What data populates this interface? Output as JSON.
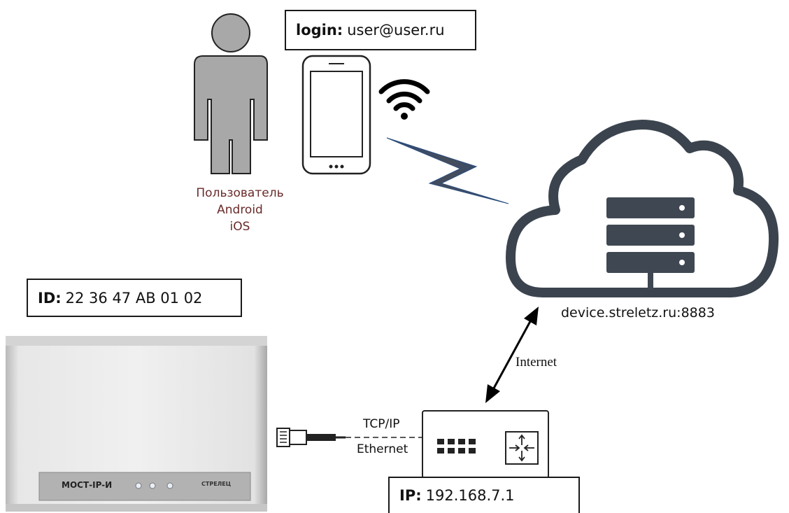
{
  "login_box": {
    "key": "login:",
    "value": "user@user.ru"
  },
  "user_labels": [
    "Пользователь",
    "Android",
    "iOS"
  ],
  "id_box": {
    "key": "ID:",
    "value": "22 36 47 AB 01 02"
  },
  "device_panel": {
    "model": "МОСТ-IP-И",
    "brand": "СТРЕЛЕЦ"
  },
  "server_label": "device.streletz.ru:8883",
  "link_labels": {
    "internet": "Internet",
    "tcp": "TCP/IP",
    "ethernet": "Ethernet"
  },
  "ip_box": {
    "key": "IP:",
    "value": "192.168.7.1"
  }
}
